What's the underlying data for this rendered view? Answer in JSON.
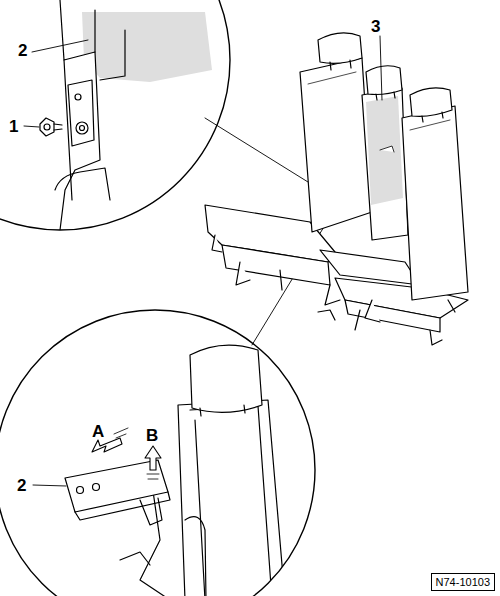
{
  "diagram": {
    "nodes": [
      {
        "text": [
          "N74-10103"
        ]
      }
    ],
    "labels": [
      "2",
      "1",
      "3",
      "A",
      "B",
      "2"
    ]
  }
}
